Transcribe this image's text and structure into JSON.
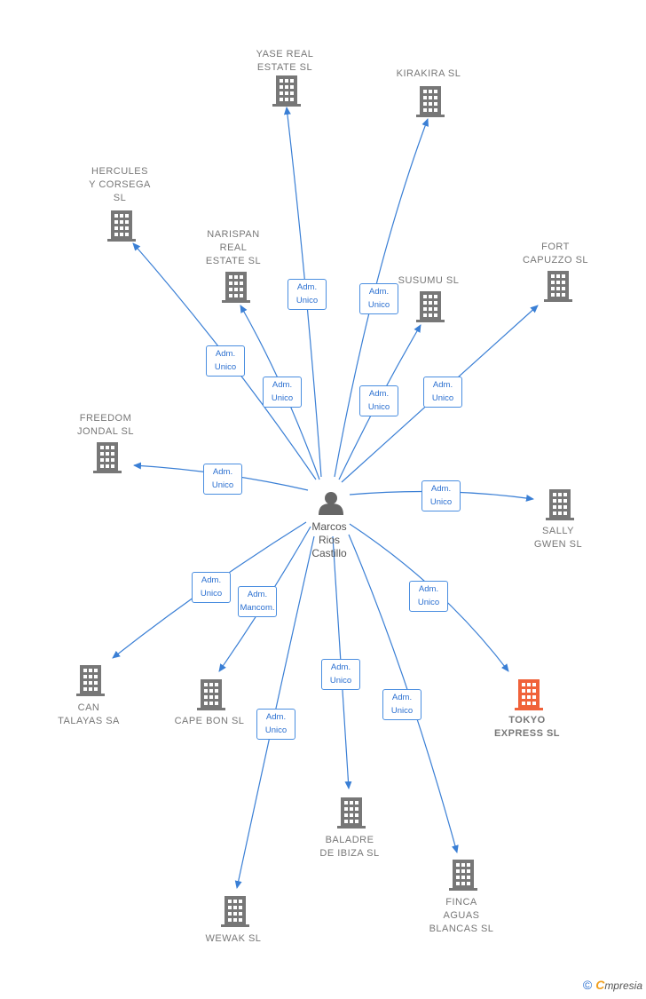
{
  "center": {
    "name": "Marcos\nRios\nCastillo",
    "icon": "person-icon"
  },
  "colors": {
    "edge": "#3a7fd5",
    "building": "#777777",
    "highlight": "#f0623a"
  },
  "companies": [
    {
      "id": "yase",
      "label": "YASE REAL\nESTATE  SL",
      "role": "Adm.\nUnico",
      "highlight": false
    },
    {
      "id": "kirakira",
      "label": "KIRAKIRA  SL",
      "role": "Adm.\nUnico",
      "highlight": false
    },
    {
      "id": "hercules",
      "label": "HERCULES\nY CORSEGA\nSL",
      "role": "Adm.\nUnico",
      "highlight": false
    },
    {
      "id": "narispan",
      "label": "NARISPAN\nREAL\nESTATE  SL",
      "role": "Adm.\nUnico",
      "highlight": false
    },
    {
      "id": "susumu",
      "label": "SUSUMU  SL",
      "role": "Adm.\nUnico",
      "highlight": false
    },
    {
      "id": "fort",
      "label": "FORT\nCAPUZZO  SL",
      "role": "Adm.\nUnico",
      "highlight": false
    },
    {
      "id": "freedom",
      "label": "FREEDOM\nJONDAL  SL",
      "role": "Adm.\nUnico",
      "highlight": false
    },
    {
      "id": "sally",
      "label": "SALLY\nGWEN  SL",
      "role": "Adm.\nUnico",
      "highlight": false
    },
    {
      "id": "can",
      "label": "CAN\nTALAYAS SA",
      "role": "Adm.\nUnico",
      "highlight": false
    },
    {
      "id": "capebon",
      "label": "CAPE BON  SL",
      "role": "Adm.\nMancom.",
      "highlight": false
    },
    {
      "id": "tokyo",
      "label": "TOKYO\nEXPRESS  SL",
      "role": "Adm.\nUnico",
      "highlight": true
    },
    {
      "id": "baladre",
      "label": "BALADRE\nDE IBIZA SL",
      "role": "Adm.\nUnico",
      "highlight": false
    },
    {
      "id": "finca",
      "label": "FINCA\nAGUAS\nBLANCAS  SL",
      "role": "Adm.\nUnico",
      "highlight": false
    },
    {
      "id": "wewak",
      "label": "WEWAK  SL",
      "role": "Adm.\nUnico",
      "highlight": false
    }
  ],
  "footer": {
    "copyright": "©",
    "brand_initial": "C",
    "brand_rest": "mpresia"
  }
}
